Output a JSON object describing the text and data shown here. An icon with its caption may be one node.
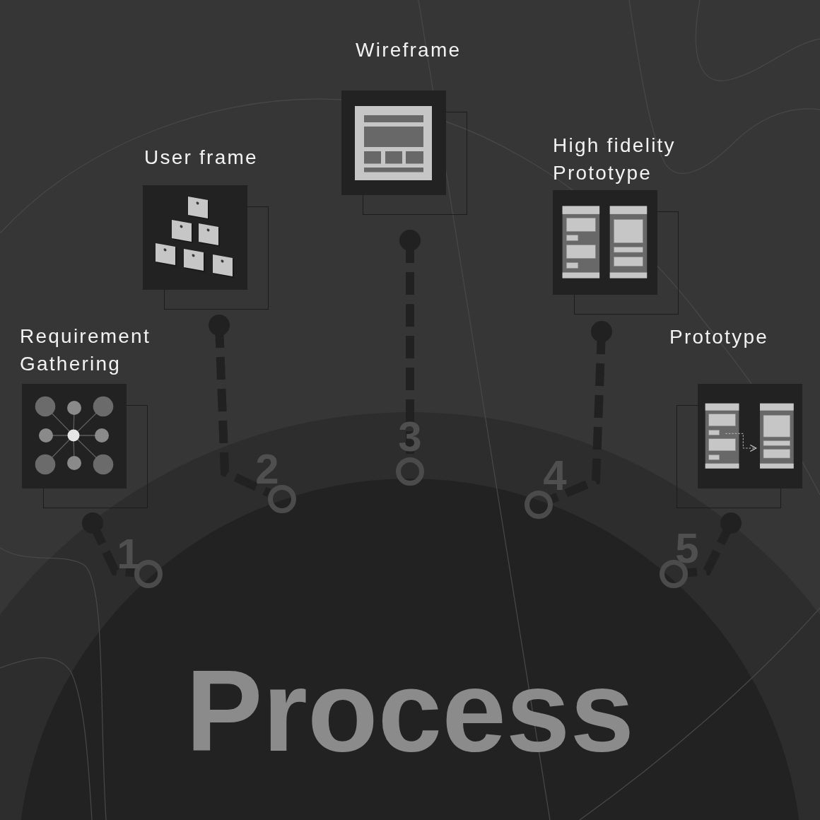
{
  "diagram": {
    "title": "Process",
    "nodes": [
      {
        "text": [
          "Requirement Gathering"
        ]
      },
      {
        "text": [
          "User frame"
        ]
      },
      {
        "text": [
          "Wireframe"
        ]
      },
      {
        "text": [
          "High fidelity Prototype"
        ]
      },
      {
        "text": [
          "Prototype"
        ]
      },
      {
        "text": [],
        "shape": "circle",
        "beside": [
          "1"
        ]
      },
      {
        "text": [],
        "shape": "circle",
        "beside": [
          "2"
        ]
      },
      {
        "text": [],
        "shape": "circle",
        "beside": [
          "3"
        ]
      },
      {
        "text": [],
        "shape": "circle",
        "beside": [
          "4"
        ]
      },
      {
        "text": [],
        "shape": "circle",
        "beside": [
          "5"
        ]
      }
    ],
    "edges": [
      {
        "from": 0,
        "to": 5,
        "arrow": "other",
        "style": "dashed"
      },
      {
        "from": 1,
        "to": 6,
        "arrow": "other",
        "style": "dashed"
      },
      {
        "from": 2,
        "to": 7,
        "arrow": "other",
        "style": "dashed"
      },
      {
        "from": 3,
        "to": 8,
        "arrow": "other",
        "style": "dashed"
      },
      {
        "from": 4,
        "to": 9,
        "arrow": "other",
        "style": "dashed"
      }
    ]
  }
}
